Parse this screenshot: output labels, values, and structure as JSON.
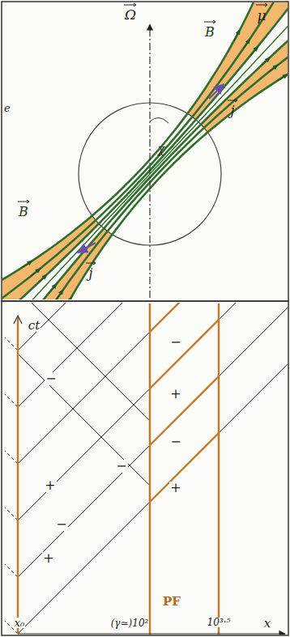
{
  "diagram": {
    "labels": [
      "Ω",
      "B",
      "μ",
      "χ",
      "j",
      "e",
      "B",
      "j",
      "ct",
      "−",
      "−",
      "+",
      "−",
      "−",
      "+",
      "+",
      "−",
      "+",
      "x₀",
      "(γ≃)10²",
      "10³·⁵",
      "PF",
      "x"
    ]
  }
}
